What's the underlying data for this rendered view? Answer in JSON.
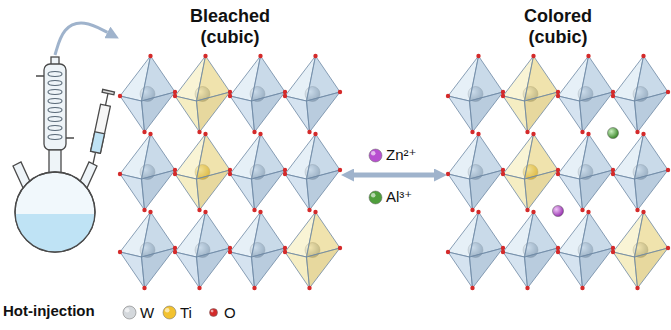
{
  "diagram": {
    "nodes": [
      {
        "text": [
          "Hot-injection"
        ]
      },
      {
        "text": [
          "Bleached (cubic)"
        ]
      },
      {
        "text": [
          "Colored (cubic)"
        ]
      }
    ],
    "edges": [
      {
        "from": 0,
        "to": 1,
        "arrow": "to"
      },
      {
        "from": 1,
        "to": 2,
        "arrow": "both"
      }
    ],
    "legend": [
      {
        "text": "Zn²⁺",
        "color": "#b84fd0"
      },
      {
        "text": "Al³⁺",
        "color": "#4f9e3c"
      },
      {
        "text": "W",
        "color": "#d4d8dc"
      },
      {
        "text": "Ti",
        "color": "#f2c230"
      },
      {
        "text": "O",
        "color": "#d42a2a"
      }
    ]
  }
}
